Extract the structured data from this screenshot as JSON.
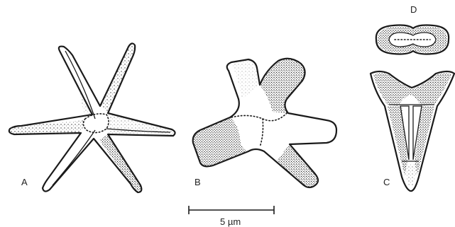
{
  "figure": {
    "labels": {
      "a": "A",
      "b": "B",
      "c": "C",
      "d": "D"
    },
    "scale_bar": {
      "label": "5 µm"
    }
  }
}
